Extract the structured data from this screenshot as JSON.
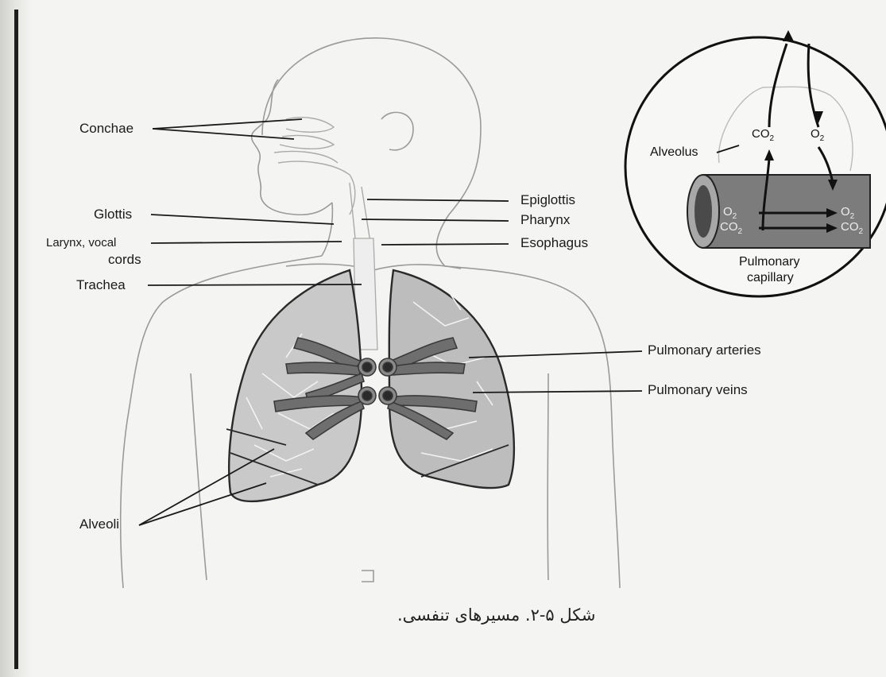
{
  "labels": {
    "conchae": "Conchae",
    "glottis": "Glottis",
    "larynx": "Larynx, vocal",
    "cords": "cords",
    "trachea": "Trachea",
    "alveoli": "Alveoli",
    "epiglottis": "Epiglottis",
    "pharynx": "Pharynx",
    "esophagus": "Esophagus",
    "pulmonary_arteries": "Pulmonary arteries",
    "pulmonary_veins": "Pulmonary veins"
  },
  "inset": {
    "alveolus": "Alveolus",
    "co2_top": "CO",
    "o2_top": "O",
    "o2_left": "O",
    "o2_right": "O",
    "co2_left": "CO",
    "co2_right": "CO",
    "subscript": "2",
    "pulmonary": "Pulmonary",
    "capillary": "capillary"
  },
  "caption": "شکل ۵-۲. مسیرهای تنفسی."
}
